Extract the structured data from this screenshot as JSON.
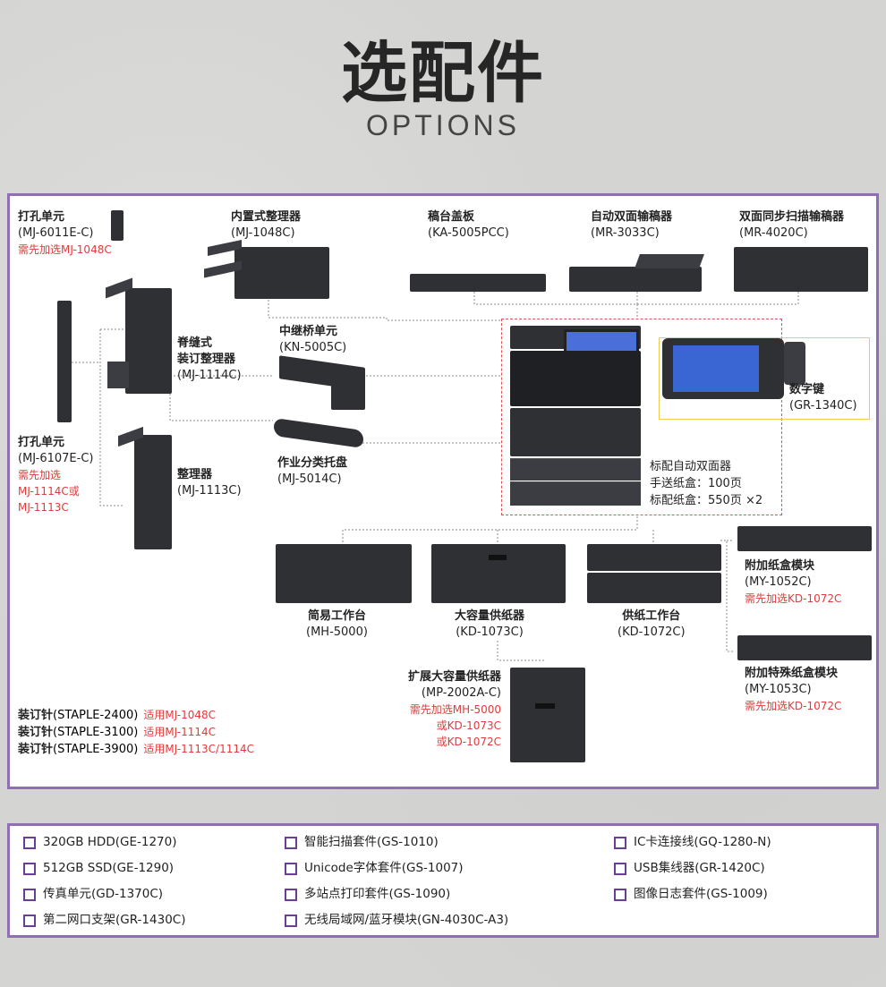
{
  "header": {
    "title": "选配件",
    "subtitle": "OPTIONS"
  },
  "options_diagram": {
    "punch_left_top": {
      "name": "打孔单元",
      "model": "(MJ-6011E-C)",
      "note": "需先加选MJ-1048C"
    },
    "inner_finisher": {
      "name": "内置式整理器",
      "model": "(MJ-1048C)"
    },
    "platen_cover": {
      "name": "稿台盖板",
      "model": "(KA-5005PCC)"
    },
    "adf_reverse": {
      "name": "自动双面输稿器",
      "model": "(MR-3033C)"
    },
    "adf_dual_scan": {
      "name": "双面同步扫描输稿器",
      "model": "(MR-4020C)"
    },
    "saddle_finisher": {
      "name1": "脊缝式",
      "name2": "装订整理器",
      "model": "(MJ-1114C)"
    },
    "bridge_unit": {
      "name": "中继桥单元",
      "model": "(KN-5005C)"
    },
    "job_tray": {
      "name": "作业分类托盘",
      "model": "(MJ-5014C)"
    },
    "finisher": {
      "name": "整理器",
      "model": "(MJ-1113C)"
    },
    "punch_left_mid": {
      "name": "打孔单元",
      "model": "(MJ-6107E-C)",
      "note1": "需先加选",
      "note2": "MJ-1114C或",
      "note3": "MJ-1113C"
    },
    "keypad": {
      "name": "数字键",
      "model": "(GR-1340C)"
    },
    "standard": {
      "line1": "标配自动双面器",
      "line2": "手送纸盒：100页",
      "line3": "标配纸盒：550页 ×2"
    },
    "simple_stand": {
      "name": "简易工作台",
      "model": "(MH-5000)"
    },
    "lcf": {
      "name": "大容量供纸器",
      "model": "(KD-1073C)"
    },
    "paper_stand": {
      "name": "供纸工作台",
      "model": "(KD-1072C)"
    },
    "add_drawer": {
      "name": "附加纸盒模块",
      "model": "(MY-1052C)",
      "note": "需先加选KD-1072C"
    },
    "add_special_drawer": {
      "name": "附加特殊纸盒模块",
      "model": "(MY-1053C)",
      "note": "需先加选KD-1072C"
    },
    "ext_lcf": {
      "name": "扩展大容量供纸器",
      "model": "(MP-2002A-C)",
      "note1": "需先加选MH-5000",
      "note2": "或KD-1073C",
      "note3": "或KD-1072C"
    },
    "staples": [
      {
        "name": "装订针",
        "model": "(STAPLE-2400)",
        "note": "适用MJ-1048C"
      },
      {
        "name": "装订针",
        "model": "(STAPLE-3100)",
        "note": "适用MJ-1114C"
      },
      {
        "name": "装订针",
        "model": "(STAPLE-3900)",
        "note": "适用MJ-1113C/1114C"
      }
    ]
  },
  "accessories": [
    [
      "320GB  HDD(GE-1270)",
      "智能扫描套件(GS-1010)",
      "IC卡连接线(GQ-1280-N)"
    ],
    [
      "512GB   SSD(GE-1290)",
      "Unicode字体套件(GS-1007)",
      "USB集线器(GR-1420C)"
    ],
    [
      "传真单元(GD-1370C)",
      "多站点打印套件(GS-1090)",
      "图像日志套件(GS-1009)"
    ],
    [
      "第二网口支架(GR-1430C)",
      "无线局域网/蓝牙模块(GN-4030C-A3)",
      ""
    ]
  ],
  "colors": {
    "accent": "#8f6fb3",
    "note_red": "#e23a3a",
    "checkbox": "#6a3d96"
  }
}
